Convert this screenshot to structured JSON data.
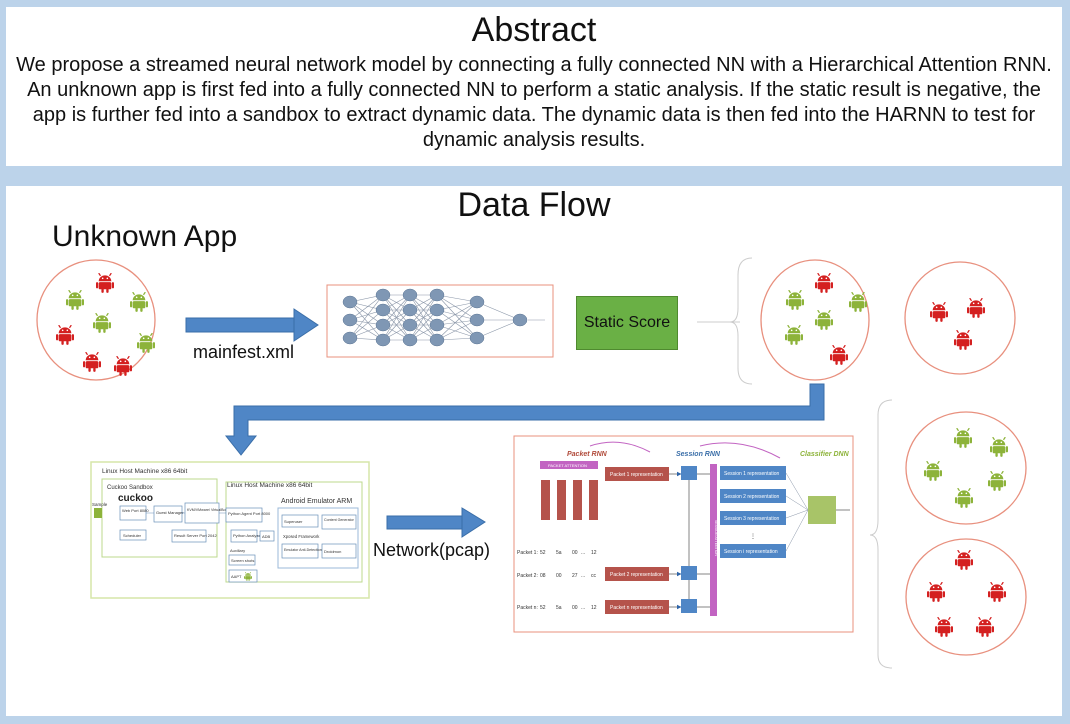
{
  "abstract": {
    "title": "Abstract",
    "body": "We propose a streamed neural network model by connecting a fully connected NN with a Hierarchical Attention RNN. An unknown app is first fed into a fully connected NN to perform a static analysis. If the static result is negative, the app is further fed into a sandbox to extract dynamic data. The dynamic data is then fed into the HARNN to test for dynamic analysis results."
  },
  "flow": {
    "title": "Data Flow",
    "unknown_app_label": "Unknown App",
    "manifest_label": "mainfest.xml",
    "static_score_label": "Static Score",
    "network_label": "Network(pcap)",
    "colors": {
      "benign": "#8db33a",
      "malicious": "#d42020",
      "circle_border": "#e8907e",
      "arrow": "#4f86c6",
      "static_score_fill": "#6ab045"
    }
  },
  "sandbox": {
    "host_outer": "Linux Host Machine x86 64bit",
    "host_inner": "Linux Host Machine x86 64bit",
    "cuckoo_sandbox": "Cuckoo Sandbox",
    "cuckoo_logo": "cuckoo",
    "emulator": "Android Emulator ARM",
    "sample": "Sample",
    "web": "Web Port 8080",
    "guest_manager": "Guest Manager",
    "kvm": "KVM/VMware/ VirtualBox Machinery",
    "python_agent": "Python Agent Port 8000",
    "scheduler": "Scheduler",
    "result_server": "Result Server Port 2042",
    "python_analyzer": "Python Analyzer",
    "adb": "ADB",
    "auxiliary": "Auxiliary",
    "screenshots": "Screen shots",
    "aapt": "AAPT",
    "superuser": "Superuser",
    "content_generator": "Content Generator",
    "xposed": "Xposed Framework",
    "emulator_anti": "Emulator Anti-Detection",
    "droidmon": "Droidmon"
  },
  "harnn": {
    "packet_rnn": "Packet RNN",
    "session_rnn": "Session RNN",
    "classifier_dnn": "Classifier DNN",
    "packet_attention": "PACKET ATTENTION",
    "session_attention": "SESSION ATTENTION",
    "packet_rows": [
      {
        "label": "Packet 1:",
        "values": [
          "52",
          "5a",
          "00",
          "...",
          "12"
        ]
      },
      {
        "label": "Packet 2:",
        "values": [
          "08",
          "00",
          "27",
          "...",
          "cc"
        ]
      },
      {
        "label": "Packet n:",
        "values": [
          "52",
          "5a",
          "00",
          "...",
          "12"
        ]
      }
    ],
    "packet_reps": [
      "Packet 1 representation",
      "Packet 2 representation",
      "Packet n representation"
    ],
    "session_reps": [
      "Session 1 representation",
      "Session 2 representation",
      "Session 3 representation",
      "Session i representation"
    ]
  }
}
